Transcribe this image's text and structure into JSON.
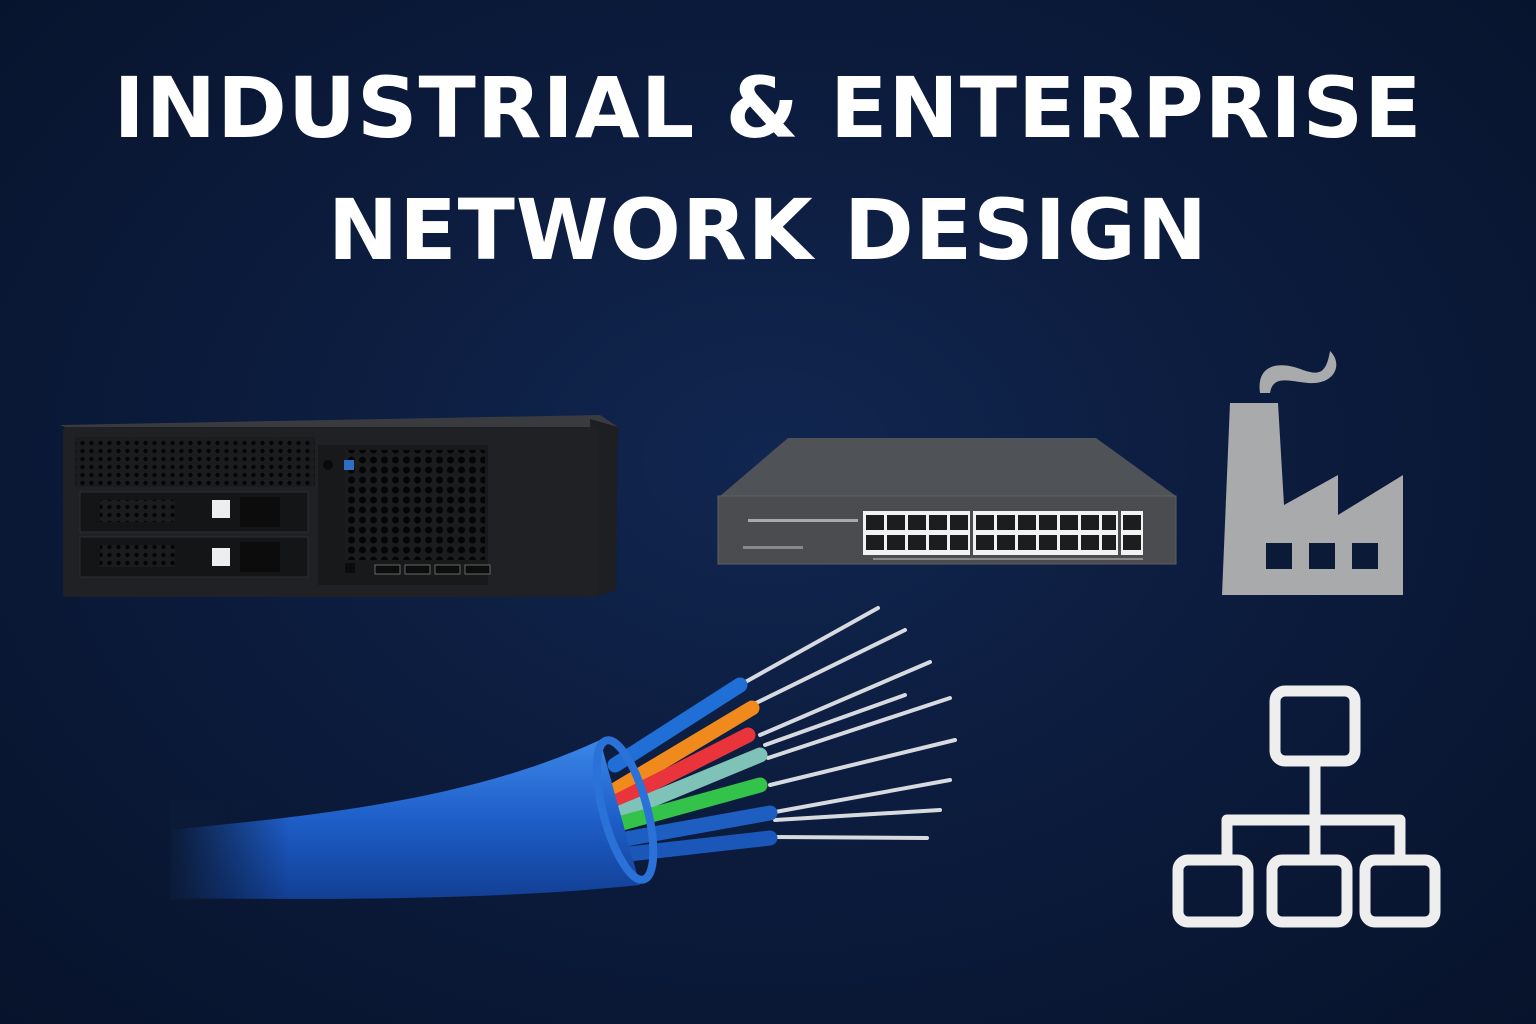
{
  "title": {
    "line1": "INDUSTRIAL & ENTERPRISE",
    "line2": "NETWORK DESIGN"
  },
  "illustrations": [
    {
      "name": "rack-server",
      "icon": "server-icon"
    },
    {
      "name": "network-switch",
      "icon": "switch-icon",
      "ports": 26
    },
    {
      "name": "factory",
      "icon": "factory-icon"
    },
    {
      "name": "fiber-optic-cable",
      "icon": "cable-icon",
      "strand_colors": [
        "#1f6fd6",
        "#f08a1c",
        "#e8343a",
        "#7fc2b8",
        "#33c24a",
        "#1e5ec0",
        "#1b57b8"
      ]
    },
    {
      "name": "hierarchy",
      "icon": "network-hierarchy-icon"
    }
  ],
  "colors": {
    "background": "#0b1a36",
    "title": "#ffffff",
    "factory": "#a9aaab",
    "hierarchy": "#eeeeee",
    "cable": "#1f5fc4"
  }
}
